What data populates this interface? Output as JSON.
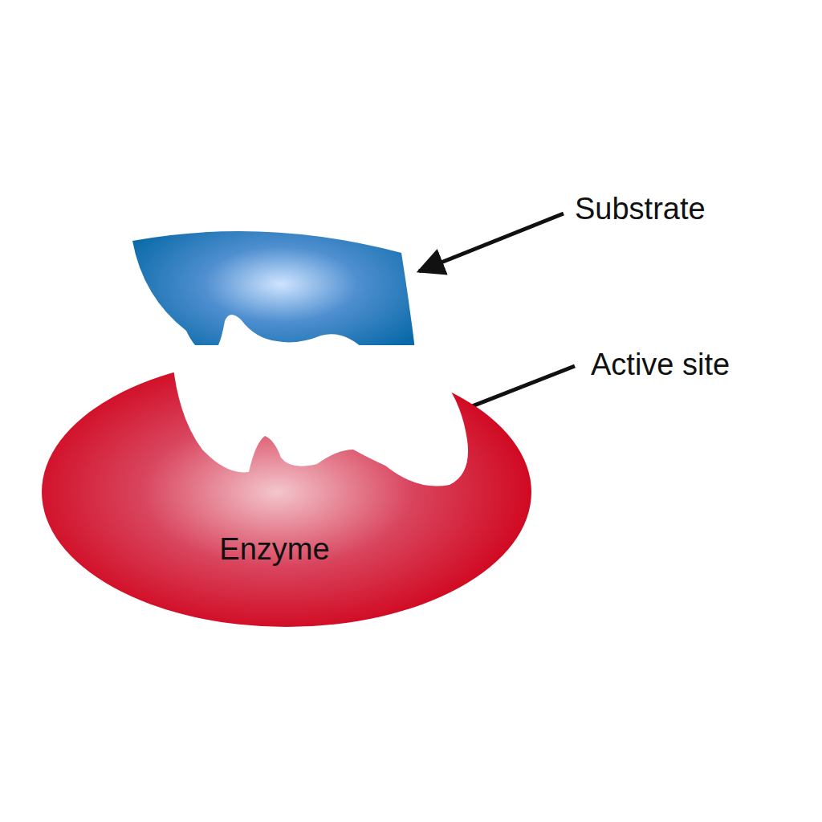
{
  "diagram": {
    "nodes": [
      {
        "text": [
          "Enzyme"
        ]
      }
    ],
    "labels": [
      "Substrate",
      "Active site"
    ]
  }
}
